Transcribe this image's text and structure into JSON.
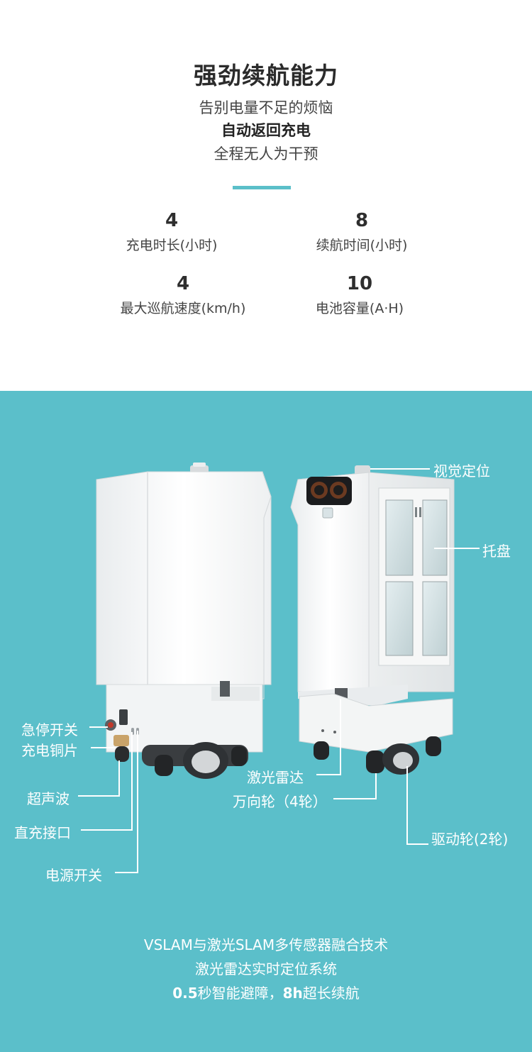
{
  "header": {
    "title": "强劲续航能力",
    "lines": [
      "告别电量不足的烦恼",
      "自动返回充电",
      "全程无人为干预"
    ]
  },
  "stats": [
    {
      "value": "4",
      "label": "充电时长(小时)"
    },
    {
      "value": "8",
      "label": "续航时间(小时)"
    },
    {
      "value": "4",
      "label": "最大巡航速度(km/h)"
    },
    {
      "value": "10",
      "label": "电池容量(A·H)"
    }
  ],
  "callouts": {
    "visual": "视觉定位",
    "tray": "托盘",
    "estop": "急停开关",
    "copper": "充电铜片",
    "ultrasonic": "超声波",
    "dc_port": "直充接口",
    "power": "电源开关",
    "lidar": "激光雷达",
    "caster": "万向轮（4轮）",
    "drive": "驱动轮(2轮)"
  },
  "footer": {
    "line1": "VSLAM与激光SLAM多传感器融合技术",
    "line2": "激光雷达实时定位系统",
    "line3_a": "0.5",
    "line3_b": "秒智能避障，",
    "line3_c": "8h",
    "line3_d": "超长续航"
  },
  "colors": {
    "accent": "#5bbfc9",
    "teal_bg": "#5bbfca",
    "text_dark": "#2b2b2b"
  }
}
